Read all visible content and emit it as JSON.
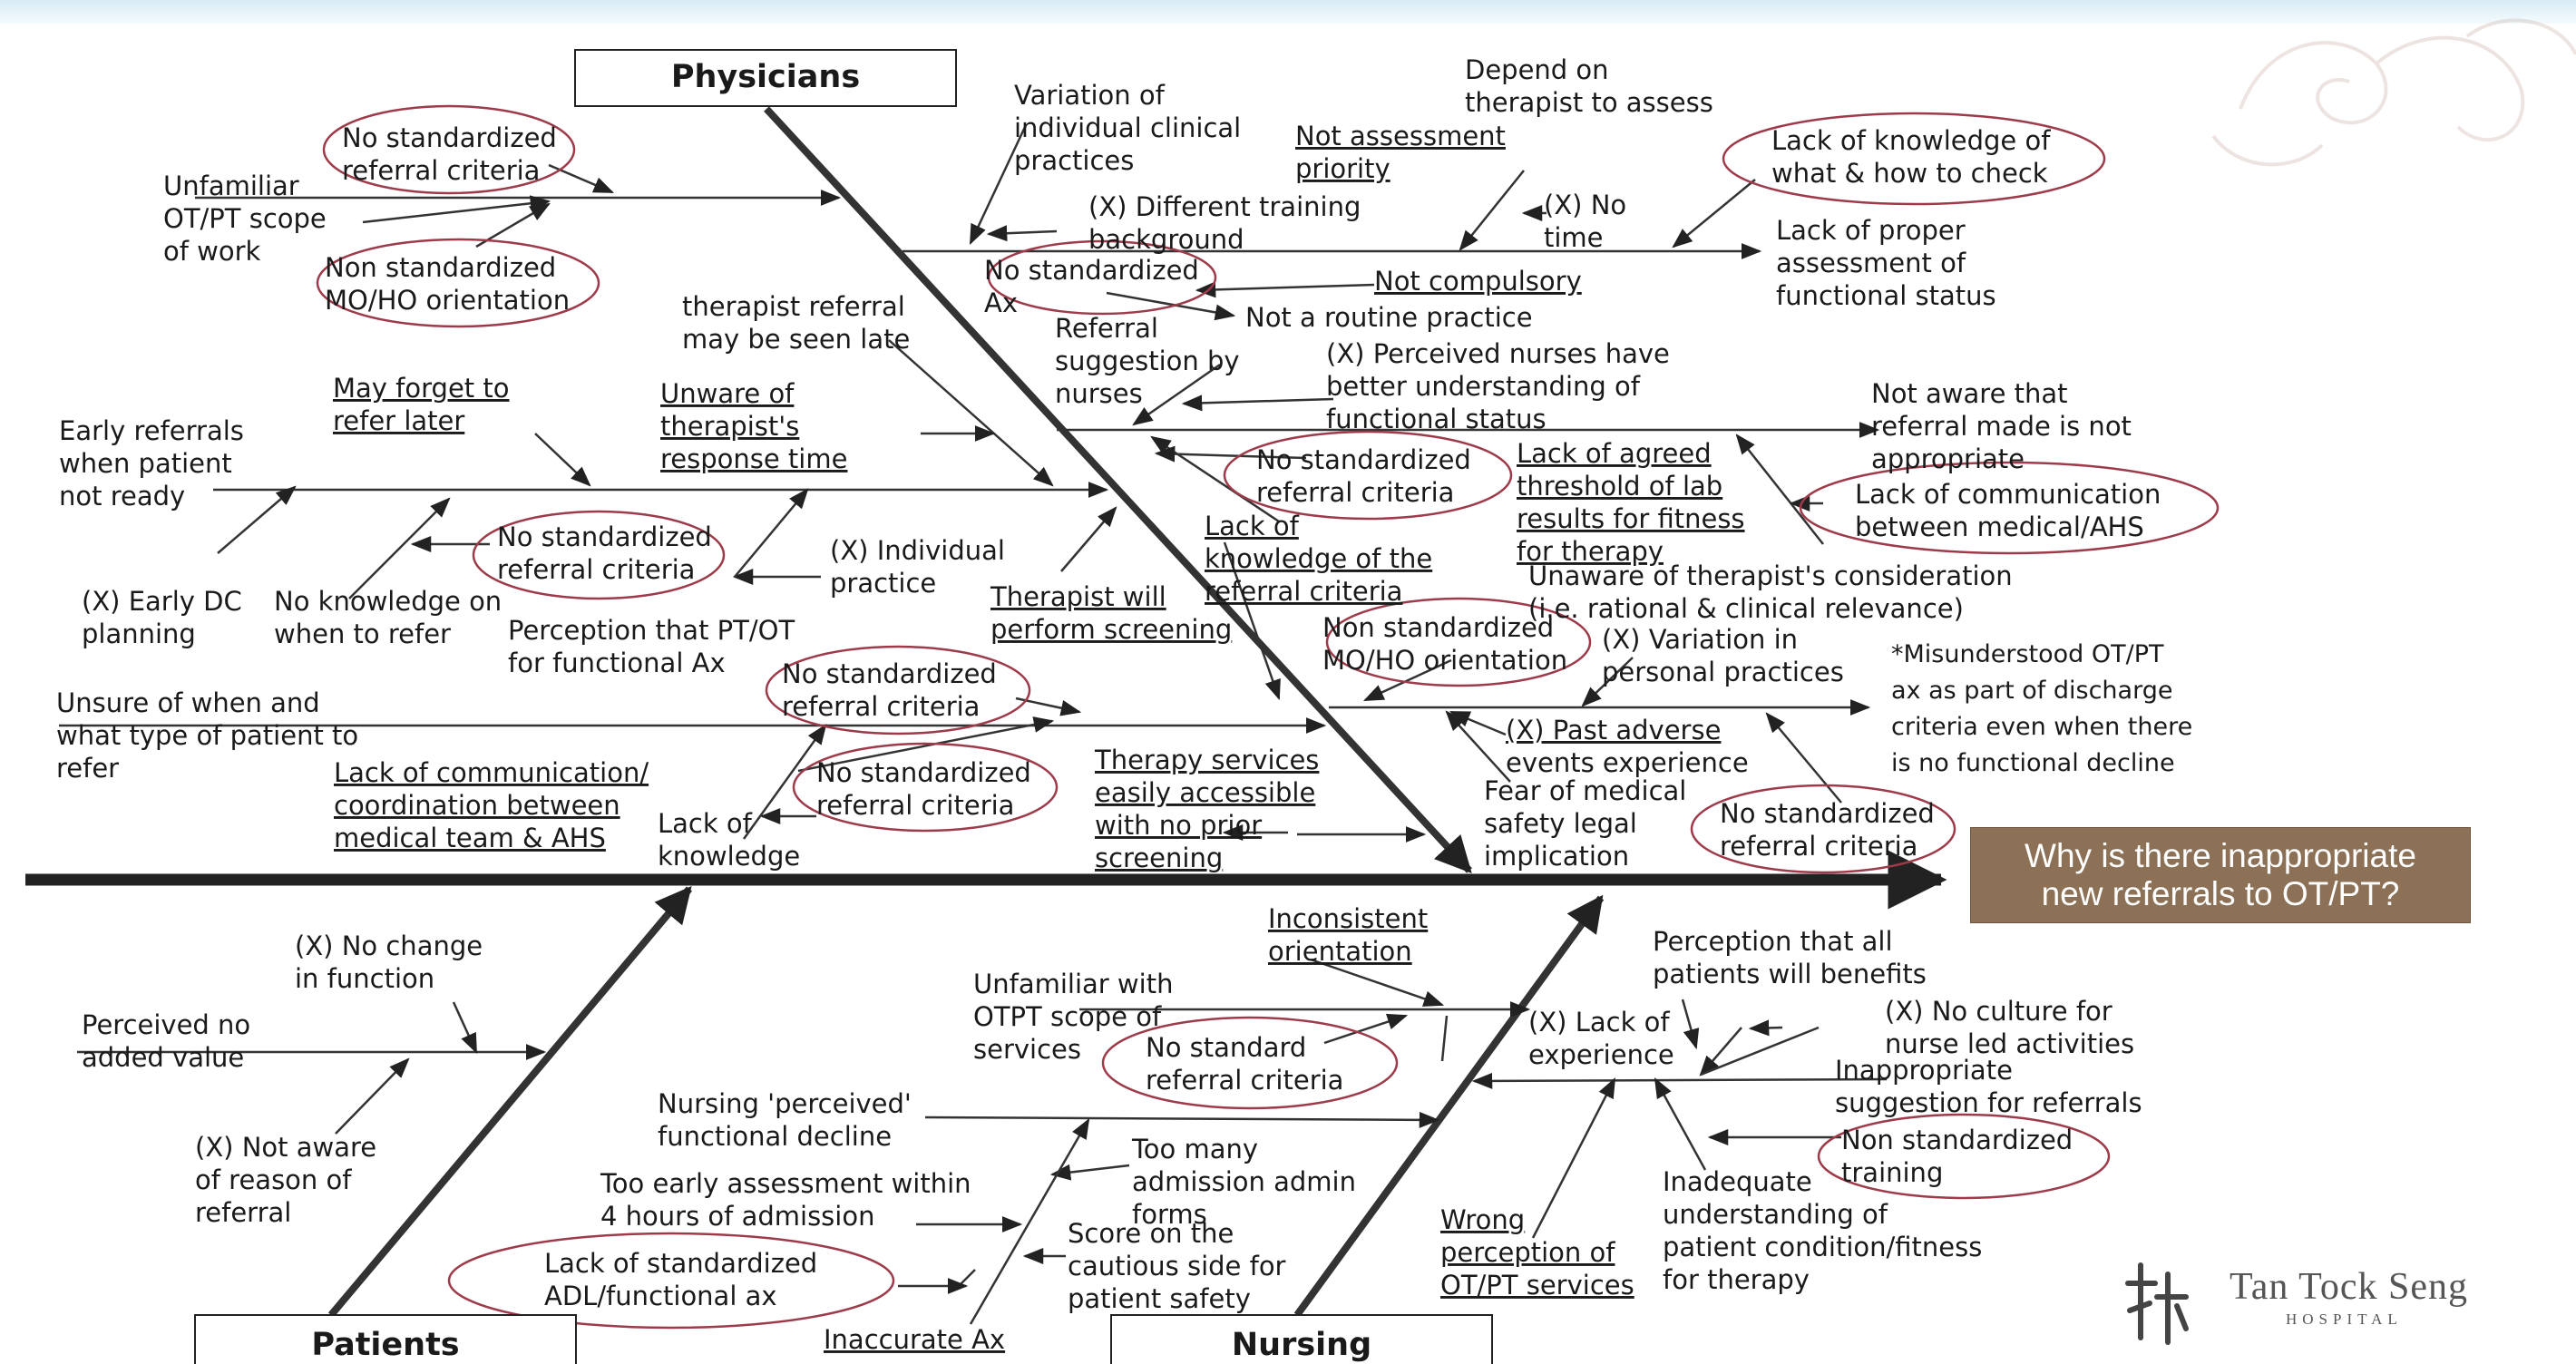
{
  "effect": {
    "line1": "Why is there inappropriate",
    "line2": "new referrals to OT/PT?"
  },
  "categories": {
    "physicians": "Physicians",
    "patients": "Patients",
    "nursing": "Nursing"
  },
  "causes": {
    "c01": [
      "No standardized",
      "referral criteria"
    ],
    "c02": [
      "Unfamiliar",
      "OT/PT scope",
      "of work"
    ],
    "c03": [
      "Non standardized",
      "MO/HO orientation"
    ],
    "c04": [
      "Variation of",
      "individual clinical",
      "practices"
    ],
    "c05": [
      "Depend on",
      "therapist to assess"
    ],
    "c06": [
      "Not assessment",
      "priority"
    ],
    "c07": [
      "Lack of knowledge of",
      "what & how to check"
    ],
    "c08": [
      "(X) Different training",
      "background"
    ],
    "c09": [
      "(X) No",
      "time"
    ],
    "c10": [
      "Lack of proper",
      "assessment of",
      "functional status"
    ],
    "c11": [
      "No standardized",
      "Ax"
    ],
    "c12": [
      "Not compulsory"
    ],
    "c13": [
      "Not a routine practice"
    ],
    "c14": [
      "therapist referral",
      "may be seen late"
    ],
    "c15": [
      "Referral",
      "suggestion by",
      "nurses"
    ],
    "c16": [
      "(X) Perceived nurses have",
      "better understanding of",
      "functional status"
    ],
    "c17": [
      "Not aware that",
      "referral made is not",
      "appropriate"
    ],
    "c18": [
      "May forget to",
      "refer later"
    ],
    "c19": [
      "Unware of",
      "therapist's",
      "response time"
    ],
    "c20": [
      "Early referrals",
      "when patient",
      "not ready"
    ],
    "c21": [
      "No standardized",
      "referral criteria"
    ],
    "c22": [
      "Lack of agreed",
      "threshold of lab",
      "results for fitness",
      "for therapy"
    ],
    "c23": [
      "Lack of communication",
      "between medical/AHS"
    ],
    "c24": [
      "Lack of",
      "knowledge of the",
      "referral criteria"
    ],
    "c25": [
      "No standardized",
      "referral criteria"
    ],
    "c26": [
      "(X) Individual",
      "practice"
    ],
    "c27": [
      "(X) Early DC",
      "planning"
    ],
    "c28": [
      "No knowledge on",
      "when to refer"
    ],
    "c29": [
      "Therapist will",
      "perform screening"
    ],
    "c30": [
      "Unaware of therapist's consideration",
      "(i.e. rational & clinical relevance)"
    ],
    "c31": [
      "Perception that PT/OT",
      "for functional Ax"
    ],
    "c32": [
      "Non standardized",
      "MO/HO orientation"
    ],
    "c33": [
      "(X) Variation in",
      "personal practices"
    ],
    "c34": [
      "*Misunderstood OT/PT",
      "ax as part of discharge",
      "criteria even when there",
      "is no functional decline"
    ],
    "c35": [
      "No standardized",
      "referral criteria"
    ],
    "c36": [
      "Unsure of when and",
      "what type of patient to",
      "refer"
    ],
    "c37": [
      "(X) Past adverse",
      "events experience"
    ],
    "c38": [
      "Lack of communication/",
      "coordination between",
      "medical team & AHS"
    ],
    "c39": [
      "No standardized",
      "referral criteria"
    ],
    "c40": [
      "Therapy services",
      "easily accessible",
      "with no prior",
      "screening"
    ],
    "c41": [
      "Fear of medical",
      "safety legal",
      "implication"
    ],
    "c42": [
      "Lack of",
      "knowledge"
    ],
    "c43": [
      "No standardized",
      "referral criteria"
    ],
    "c44": [
      "Inconsistent",
      "orientation"
    ],
    "c45": [
      "(X) No change",
      "in function"
    ],
    "c46": [
      "Perception that all",
      "patients will benefits"
    ],
    "c47": [
      "Unfamiliar with",
      "OTPT scope of",
      "services"
    ],
    "c48": [
      "Perceived no",
      "added value"
    ],
    "c49": [
      "(X) Lack of",
      "experience"
    ],
    "c50": [
      "(X) No culture for",
      "nurse led activities"
    ],
    "c51": [
      "No standard",
      "referral criteria"
    ],
    "c52": [
      "Inappropriate",
      "suggestion for referrals"
    ],
    "c53": [
      "Nursing 'perceived'",
      "functional decline"
    ],
    "c54": [
      "(X) Not aware",
      "of reason of",
      "referral"
    ],
    "c55": [
      "Too many",
      "admission admin",
      "forms"
    ],
    "c56": [
      "Non standardized",
      "training"
    ],
    "c57": [
      "Too early assessment within",
      "4 hours of admission"
    ],
    "c58": [
      "Inadequate",
      "understanding of",
      "patient condition/fitness",
      "for therapy"
    ],
    "c59": [
      "Score on the",
      "cautious side for",
      "patient safety"
    ],
    "c60": [
      "Wrong",
      "perception of",
      "OT/PT services"
    ],
    "c61": [
      "Lack of standardized",
      "ADL/functional ax"
    ],
    "c62": [
      "Inaccurate Ax"
    ]
  },
  "logo": {
    "name": "Tan Tock Seng",
    "sub": "HOSPITAL"
  },
  "colors": {
    "oval": "#9e3b4a",
    "line": "#222222",
    "effect_box": "#8c7156",
    "header_bar": "#d7ecf5"
  }
}
